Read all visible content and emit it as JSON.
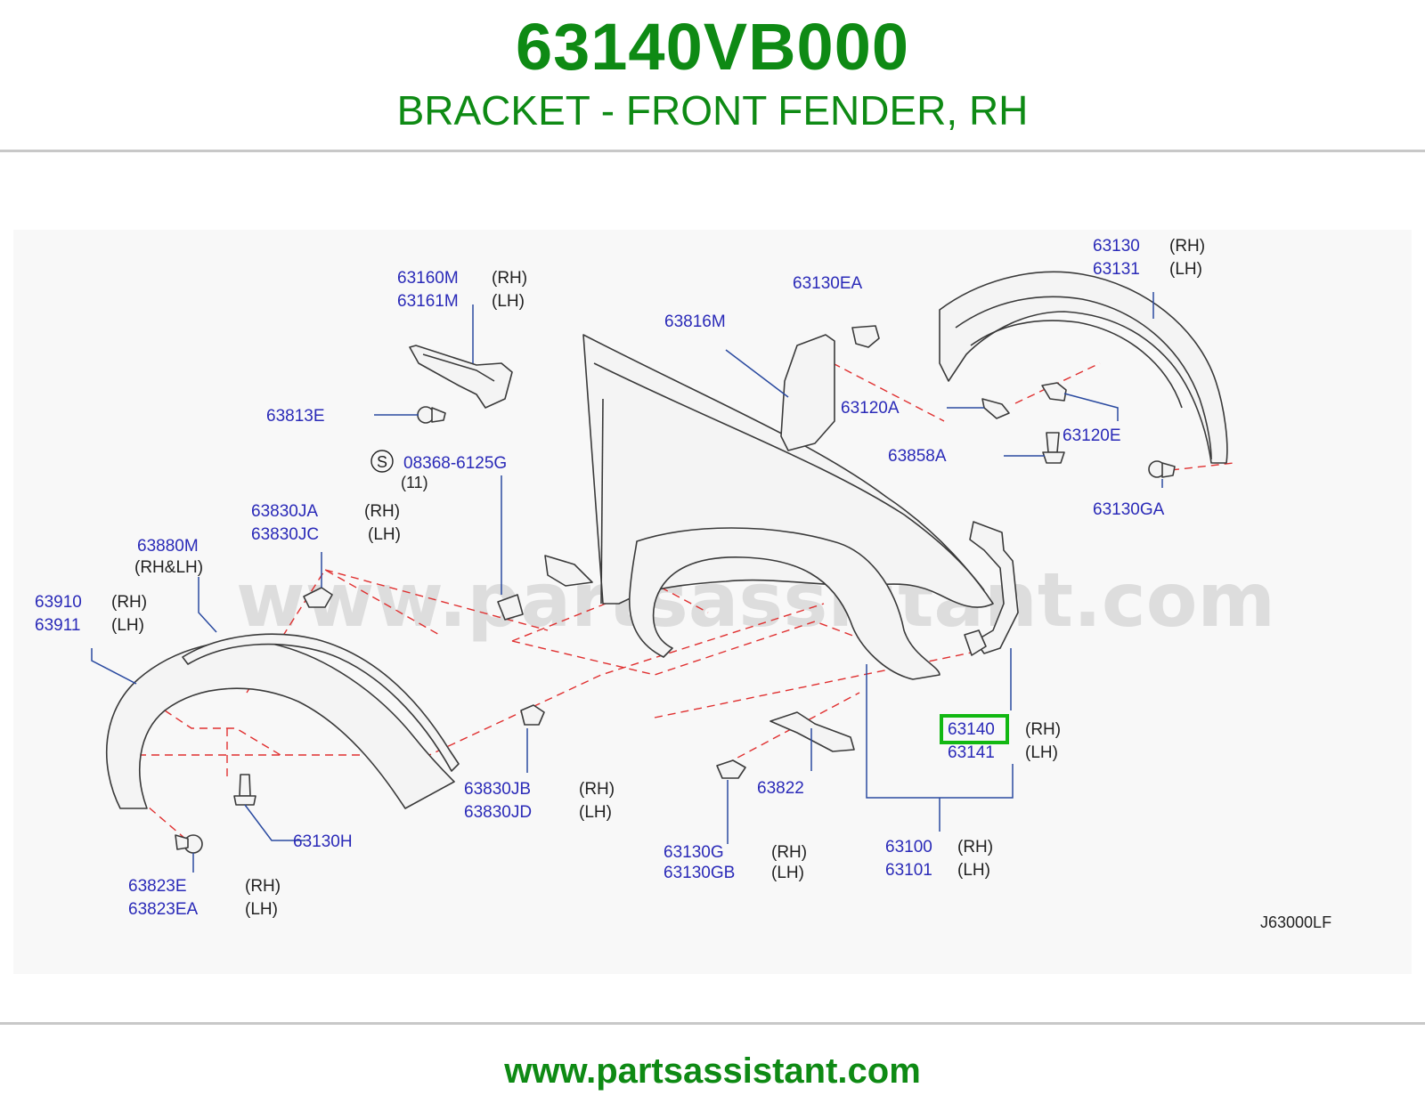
{
  "header": {
    "part_number": "63140VB000",
    "title": "BRACKET - FRONT FENDER, RH"
  },
  "diagram": {
    "watermark": "www.partsassistant.com",
    "reference_code": "J63000LF",
    "callouts": [
      {
        "part": "63130",
        "side": "(RH)"
      },
      {
        "part": "63131",
        "side": "(LH)"
      },
      {
        "part": "63160M",
        "side": "(RH)"
      },
      {
        "part": "63161M",
        "side": "(LH)"
      },
      {
        "part": "63130EA",
        "side": ""
      },
      {
        "part": "63816M",
        "side": ""
      },
      {
        "part": "63813E",
        "side": ""
      },
      {
        "part": "63120A",
        "side": ""
      },
      {
        "part": "63120E",
        "side": ""
      },
      {
        "part": "63858A",
        "side": ""
      },
      {
        "part": "08368-6125G",
        "side": "(11)",
        "prefix": "S"
      },
      {
        "part": "63130GA",
        "side": ""
      },
      {
        "part": "63830JA",
        "side": "(RH)"
      },
      {
        "part": "63830JC",
        "side": "(LH)"
      },
      {
        "part": "63880M",
        "side": "(RH&LH)"
      },
      {
        "part": "63910",
        "side": "(RH)"
      },
      {
        "part": "63911",
        "side": "(LH)"
      },
      {
        "part": "63140",
        "side": "(RH)",
        "highlighted": true
      },
      {
        "part": "63141",
        "side": "(LH)"
      },
      {
        "part": "63830JB",
        "side": "(RH)"
      },
      {
        "part": "63830JD",
        "side": "(LH)"
      },
      {
        "part": "63822",
        "side": ""
      },
      {
        "part": "63130H",
        "side": ""
      },
      {
        "part": "63130G",
        "side": "(RH)"
      },
      {
        "part": "63130GB",
        "side": "(LH)"
      },
      {
        "part": "63100",
        "side": "(RH)"
      },
      {
        "part": "63101",
        "side": "(LH)"
      },
      {
        "part": "63823E",
        "side": "(RH)"
      },
      {
        "part": "63823EA",
        "side": "(LH)"
      }
    ]
  },
  "footer": {
    "url": "www.partsassistant.com"
  },
  "colors": {
    "brand_green": "#0e8a14",
    "label_blue": "#2a2ab8",
    "dash_red": "#e03030",
    "highlight_green": "#12b812"
  }
}
